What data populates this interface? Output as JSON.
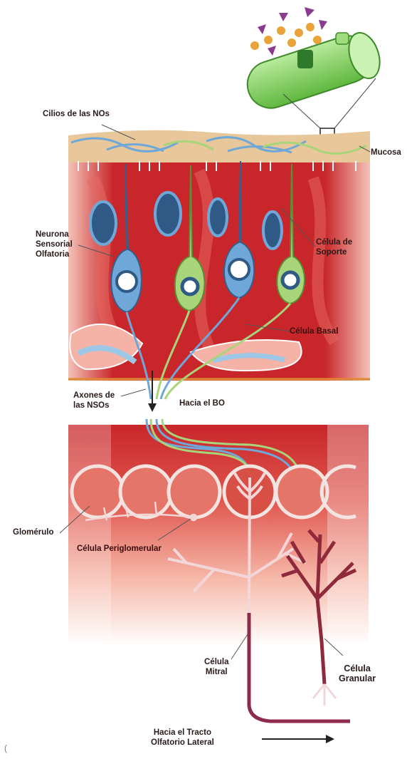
{
  "labels": {
    "cilia": "Cilios de las NOs",
    "mucosa": "Mucosa",
    "sensory_neuron": "Neurona\nSensorial\nOlfatoria",
    "support_cell": "Célula de\nSoporte",
    "basal_cell": "Célula Basal",
    "axons": "Axones de\nlas NSOs",
    "toward_bo": "Hacia el BO",
    "glomerulus": "Glomérulo",
    "periglomerular": "Célula Periglomerular",
    "mitral": "Célula\nMitral",
    "granular": "Célula\nGranular",
    "lateral_tract": "Hacia el Tracto\nOlfatorio Lateral",
    "corner_mark": "("
  },
  "colors": {
    "tissue_red": "#c8262a",
    "tissue_light": "#f4b3a6",
    "sensory_neuron_blue": "#6fa8d8",
    "support_cell_green": "#a8d47a",
    "mucosa_tan": "#e8c79a",
    "receptor_green": "#6cc24a",
    "odorant_orange": "#e8a33a",
    "odorant_purple": "#8a3a8f",
    "mitral_pink": "#f2d6d8",
    "granular_maroon": "#8e2a3c"
  }
}
